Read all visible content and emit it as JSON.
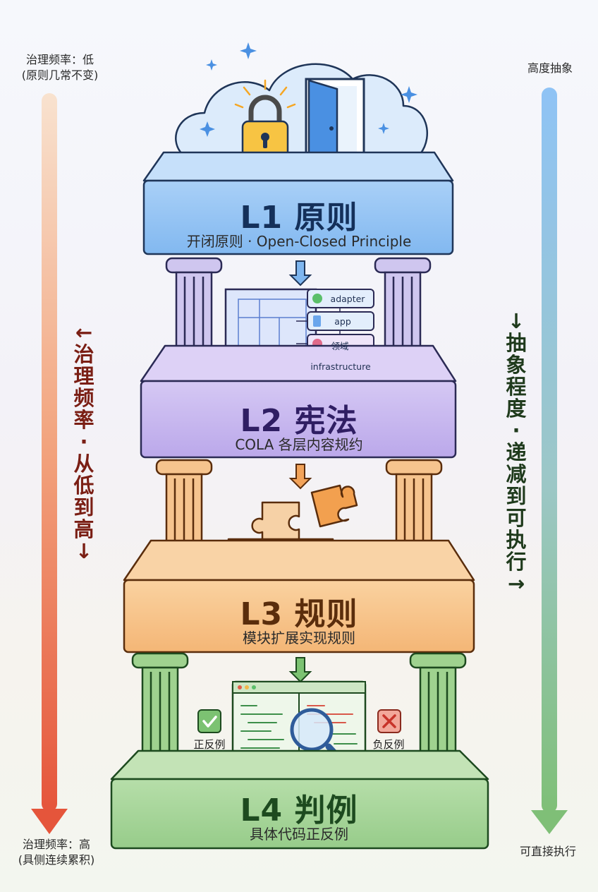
{
  "left_axis": {
    "top_label": "治理频率：低",
    "top_note": "(原则几常不变)",
    "vertical_text": "←\n治\n理\n频\n率\n·\n从\n低\n到\n高\n↓",
    "bottom_label": "治理频率：高",
    "bottom_note": "(具侧连续累积)",
    "color_top": "#f7dcc4",
    "color_bottom": "#e5553b"
  },
  "right_axis": {
    "top_label": "高度抽象",
    "vertical_text": "↓\n抽\n象\n程\n度\n·\n递\n减\n到\n可\n执\n行\n→",
    "bottom_label": "可直接执行",
    "color_top": "#8fc3f5",
    "color_bottom": "#7fbf77"
  },
  "tiers": [
    {
      "title": "L1 原则",
      "subtitle": "开闭原则 · Open-Closed Principle",
      "color": "#93c4f4",
      "title_color": "#14305a",
      "icons": [
        "lock-icon",
        "open-door-icon",
        "cloud-icon"
      ]
    },
    {
      "title": "L2 宪法",
      "subtitle": "COLA 各层内容规约",
      "color": "#c8b8ef",
      "title_color": "#2f1e63",
      "icons": [
        "blueprint-icon"
      ],
      "modules": [
        {
          "label": "adapter",
          "icon": "plug-icon"
        },
        {
          "label": "app",
          "icon": "phone-icon"
        },
        {
          "label": "领域",
          "icon": "domain-icon"
        },
        {
          "label": "infrastructure",
          "icon": "server-icon"
        }
      ]
    },
    {
      "title": "L3 规则",
      "subtitle": "模块扩展实现规则",
      "color": "#f7c48b",
      "title_color": "#5a2d0c",
      "icons": [
        "puzzle-icon",
        "ruler-icon"
      ]
    },
    {
      "title": "L4 判例",
      "subtitle": "具体代码正反例",
      "color": "#a8d69c",
      "title_color": "#1d4a1f",
      "icons": [
        "code-window-icon",
        "magnifier-icon"
      ],
      "positive_label": "正反例",
      "negative_label": "负反例"
    }
  ]
}
